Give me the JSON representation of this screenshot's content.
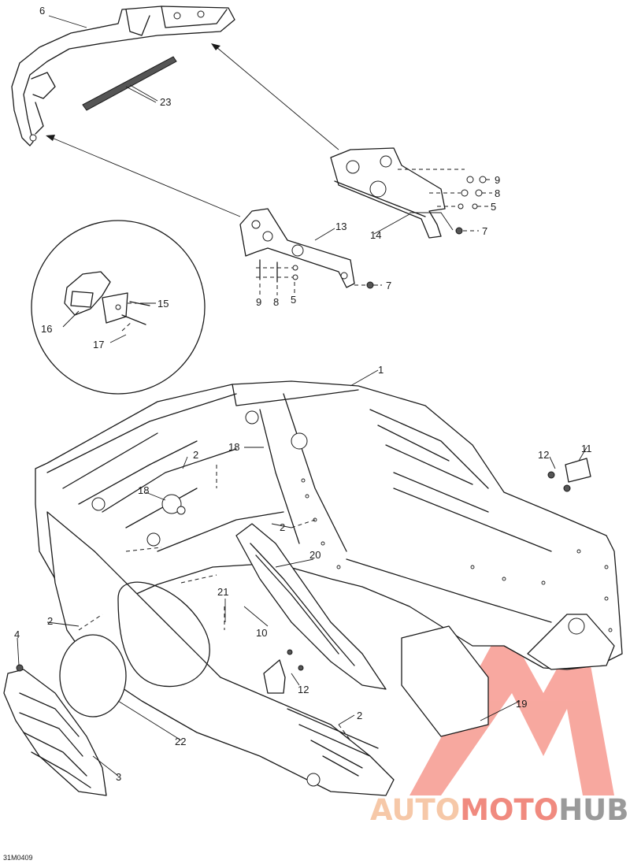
{
  "diagram": {
    "ref_code": "31M0409",
    "callouts": {
      "c1": "1",
      "c2a": "2",
      "c2b": "2",
      "c2c": "2",
      "c2d": "2",
      "c3": "3",
      "c4": "4",
      "c5a": "5",
      "c5b": "5",
      "c6": "6",
      "c7a": "7",
      "c7b": "7",
      "c8a": "8",
      "c8b": "8",
      "c9a": "9",
      "c9b": "9",
      "c10": "10",
      "c11": "11",
      "c12a": "12",
      "c12b": "12",
      "c13": "13",
      "c14": "14",
      "c15": "15",
      "c16": "16",
      "c17": "17",
      "c18a": "18",
      "c18b": "18",
      "c19": "19",
      "c20": "20",
      "c21": "21",
      "c22": "22",
      "c23": "23"
    }
  },
  "watermark": {
    "part1": "AUTO",
    "part2": "MOTO",
    "part3": "HUB",
    "colors": {
      "auto": "#f6c8a8",
      "moto": "#f08a7f",
      "hub": "#9a9a9a",
      "logo": "#f07c72"
    }
  }
}
